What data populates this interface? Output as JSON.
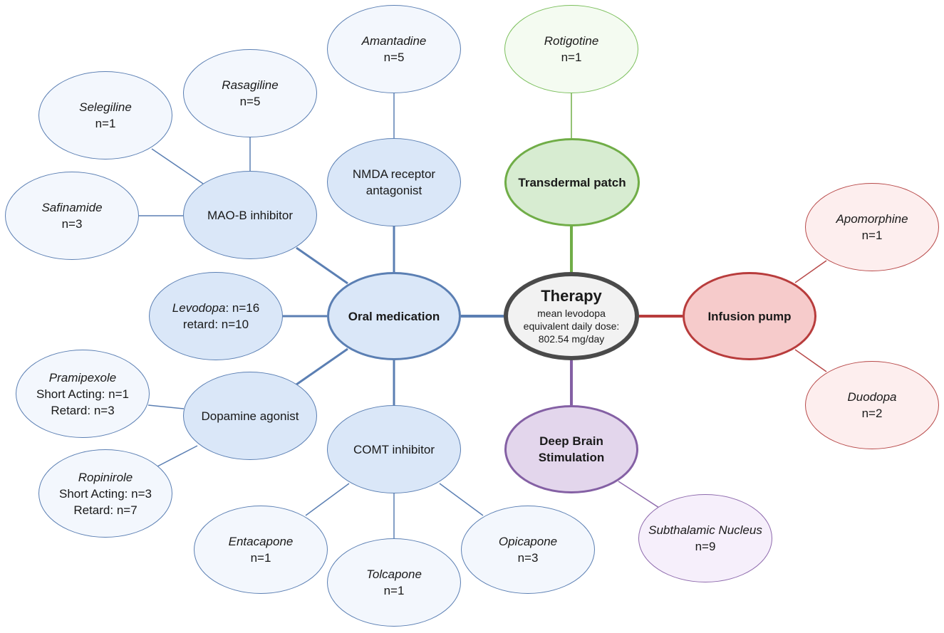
{
  "center": {
    "title": "Therapy",
    "sub1": "mean levodopa",
    "sub2": "equivalent daily dose:",
    "sub3": "802.54 mg/day"
  },
  "categories": {
    "oral": "Oral medication",
    "transdermal": "Transdermal patch",
    "infusion": "Infusion pump",
    "dbs_line1": "Deep Brain",
    "dbs_line2": "Stimulation"
  },
  "oral_classes": {
    "nmda_line1": "NMDA receptor",
    "nmda_line2": "antagonist",
    "maob": "MAO-B inhibitor",
    "dopamine_agonist": "Dopamine agonist",
    "comt": "COMT inhibitor"
  },
  "drugs": {
    "amantadine": {
      "name": "Amantadine",
      "count": "n=5"
    },
    "rasagiline": {
      "name": "Rasagiline",
      "count": "n=5"
    },
    "selegiline": {
      "name": "Selegiline",
      "count": "n=1"
    },
    "safinamide": {
      "name": "Safinamide",
      "count": "n=3"
    },
    "levodopa": {
      "name": "Levodopa",
      "count": ": n=16",
      "retard": "retard: n=10"
    },
    "pramipexole": {
      "name": "Pramipexole",
      "short": "Short Acting: n=1",
      "retard": "Retard: n=3"
    },
    "ropinirole": {
      "name": "Ropinirole",
      "short": "Short Acting: n=3",
      "retard": "Retard: n=7"
    },
    "entacapone": {
      "name": "Entacapone",
      "count": "n=1"
    },
    "tolcapone": {
      "name": "Tolcapone",
      "count": "n=1"
    },
    "opicapone": {
      "name": "Opicapone",
      "count": "n=3"
    },
    "rotigotine": {
      "name": "Rotigotine",
      "count": "n=1"
    },
    "apomorphine": {
      "name": "Apomorphine",
      "count": "n=1"
    },
    "duodopa": {
      "name": "Duodopa",
      "count": "n=2"
    },
    "stn": {
      "name": "Subthalamic Nucleus",
      "count": "n=9"
    }
  },
  "colors": {
    "oral": "#5b7fb3",
    "transdermal": "#70ad47",
    "infusion": "#b83c3c",
    "dbs": "#8460a4",
    "center": "#4a4a4a"
  }
}
